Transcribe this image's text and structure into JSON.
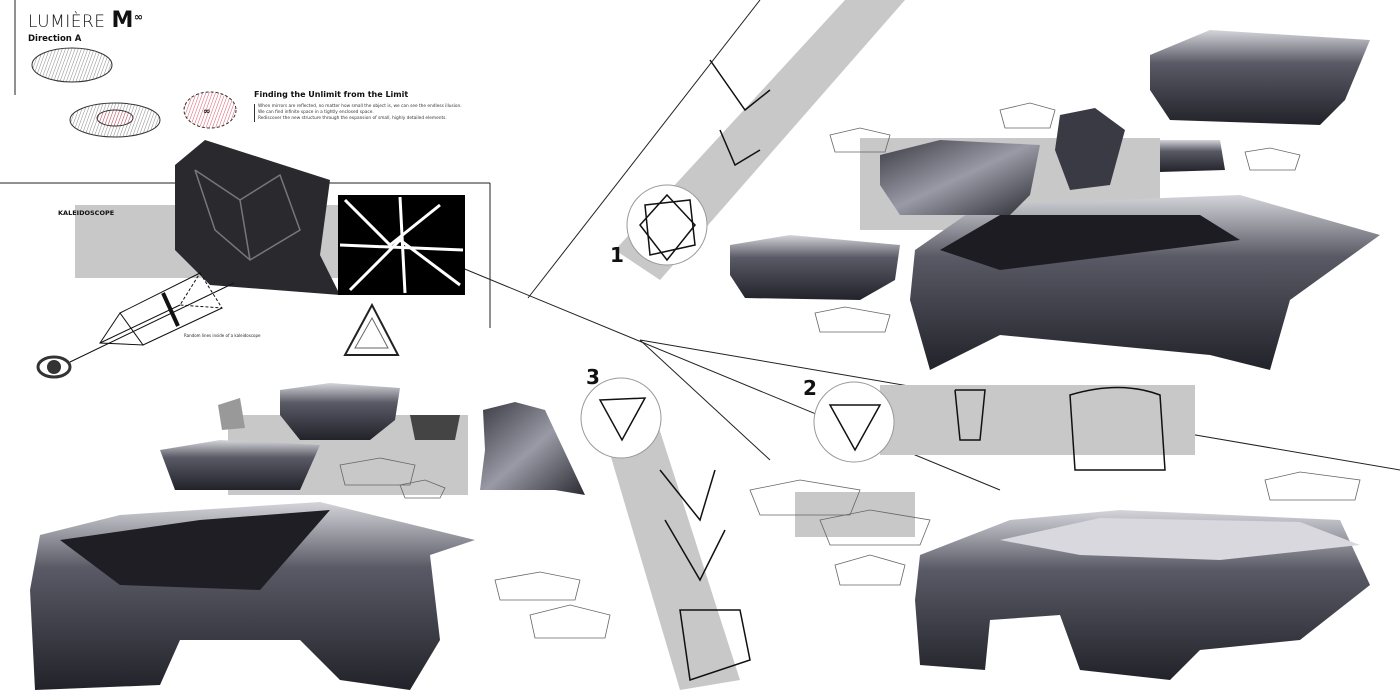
{
  "header": {
    "brand_name": "LUMIÈRE",
    "brand_mark": "M",
    "brand_superscript": "∞",
    "subtitle": "Direction A"
  },
  "concept": {
    "heading": "Finding the Unlimit from the Limit",
    "lines": [
      "When mirrors are reflected, no matter how small the object is, we can see the endless illusion.",
      "We can find infinite space in a tightly enclosed space.",
      "Rediscover the new structure through the expansion of small, highly detailed elements."
    ]
  },
  "kaleidoscope": {
    "label": "KALEIDOSCOPE",
    "caption": "Random lines inside of a kaleidoscope"
  },
  "directions": [
    {
      "number": "1"
    },
    {
      "number": "2"
    },
    {
      "number": "3"
    }
  ],
  "colors": {
    "band": "#c8c8c8",
    "car_dark": "#2e2e36",
    "car_light": "#b9b9c2",
    "ink": "#111111",
    "sketch_red": "#d9566a"
  }
}
